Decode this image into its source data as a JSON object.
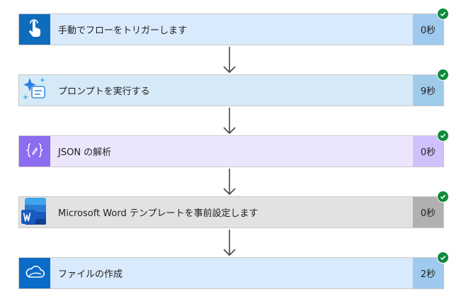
{
  "steps": [
    {
      "label": "手動でフローをトリガーします",
      "duration": "0秒",
      "icon": "touch-trigger-icon",
      "colors": {
        "icon_bg": "#0f6cbd",
        "body_bg": "#d9eafc",
        "duration_bg": "#9fc9ee"
      }
    },
    {
      "label": "プロンプトを実行する",
      "duration": "9秒",
      "icon": "ai-prompt-icon",
      "colors": {
        "icon_bg": "#d5e9f7",
        "body_bg": "#d6e9f6",
        "duration_bg": "#9fcbea"
      }
    },
    {
      "label": "JSON の解析",
      "duration": "0秒",
      "icon": "json-braces-icon",
      "colors": {
        "icon_bg": "#8c6cf0",
        "body_bg": "#ece6fd",
        "duration_bg": "#cfc1fb"
      }
    },
    {
      "label": "Microsoft Word テンプレートを事前設定します",
      "duration": "0秒",
      "icon": "word-icon",
      "colors": {
        "icon_bg": "#e2e2e2",
        "body_bg": "#e2e2e2",
        "duration_bg": "#b0b0b0"
      }
    },
    {
      "label": "ファイルの作成",
      "duration": "2秒",
      "icon": "onedrive-cloud-icon",
      "colors": {
        "icon_bg": "#0a6cc8",
        "body_bg": "#d9eafc",
        "duration_bg": "#9fc9ee"
      }
    }
  ],
  "status": {
    "success_color": "#0f8a3b",
    "icon": "checkmark-icon"
  }
}
